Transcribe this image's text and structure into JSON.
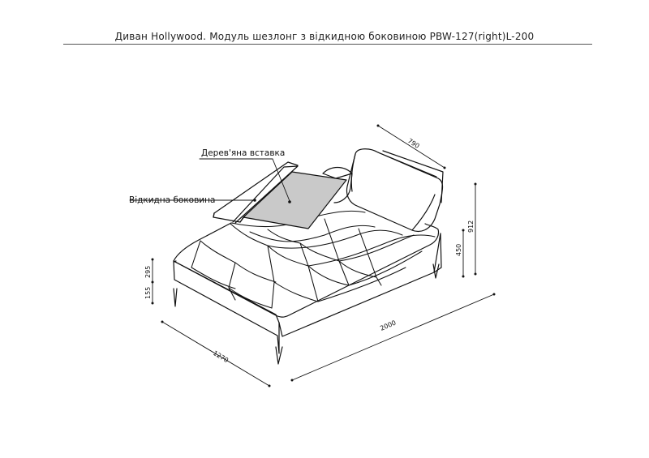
{
  "title": "Диван Hollywood. Модуль шезлонг з відкидною боковиною PBW-127(right)L-200",
  "callouts": {
    "wood_insert": "Дерев'яна вставка",
    "folding_side": "Відкидна боковина"
  },
  "dimensions": {
    "width": "2000",
    "depth": "1270",
    "backrest": "790",
    "total_height": "912",
    "seat_height": "450",
    "seat_cushion": "295",
    "leg_height": "155"
  }
}
